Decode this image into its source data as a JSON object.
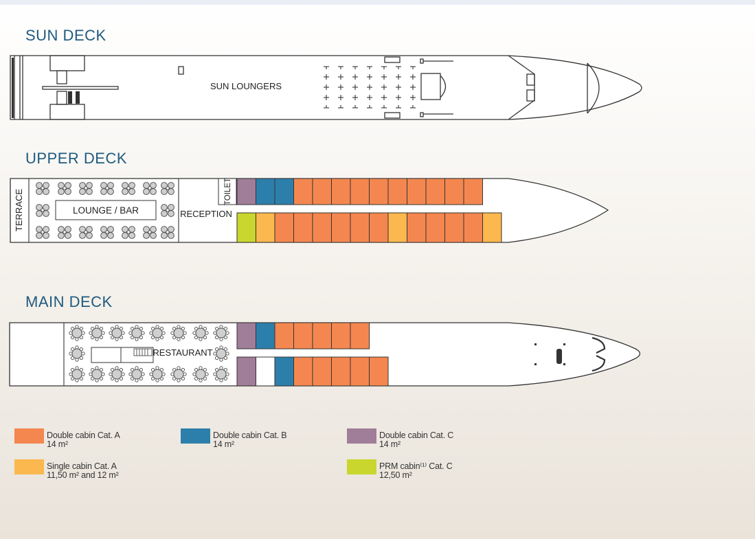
{
  "decks": {
    "sun": {
      "title": "SUN DECK",
      "label": "SUN LOUNGERS"
    },
    "upper": {
      "title": "UPPER DECK",
      "terrace": "TERRACE",
      "lounge": "LOUNGE / BAR",
      "reception": "RECEPTION",
      "toilet": "TOILET",
      "top_row": [
        "C",
        "B",
        "B",
        "A",
        "A",
        "A",
        "A",
        "A",
        "A",
        "A",
        "A",
        "A",
        "A"
      ],
      "bottom_row": [
        "P",
        "S",
        "A",
        "A",
        "A",
        "A",
        "A",
        "A",
        "S",
        "A",
        "A",
        "A",
        "A",
        "S"
      ]
    },
    "main": {
      "title": "MAIN DECK",
      "restaurant": "RESTAURANT",
      "top_row": [
        "C",
        "B",
        "A",
        "A",
        "A",
        "A",
        "A"
      ],
      "bottom_row": [
        "C",
        "E",
        "B",
        "A",
        "A",
        "A",
        "A",
        "A"
      ]
    }
  },
  "colors": {
    "A": "#f4874f",
    "B": "#2d7fab",
    "C": "#a07d99",
    "S": "#fbb84e",
    "P": "#c9d62e",
    "E": "#ffffff",
    "outline": "#333333",
    "title": "#1f5a7e"
  },
  "legend": [
    {
      "color_key": "A",
      "line1": "Double cabin Cat. A",
      "line2": "14 m²"
    },
    {
      "color_key": "B",
      "line1": "Double cabin Cat. B",
      "line2": "14 m²"
    },
    {
      "color_key": "C",
      "line1": "Double cabin Cat. C",
      "line2": "14 m²"
    },
    {
      "color_key": "S",
      "line1": "Single cabin Cat. A",
      "line2": "11,50 m² and 12 m²"
    },
    {
      "color_key": "P",
      "line1": "PRM cabin⁽¹⁾ Cat. C",
      "line2": "12,50 m²"
    }
  ]
}
